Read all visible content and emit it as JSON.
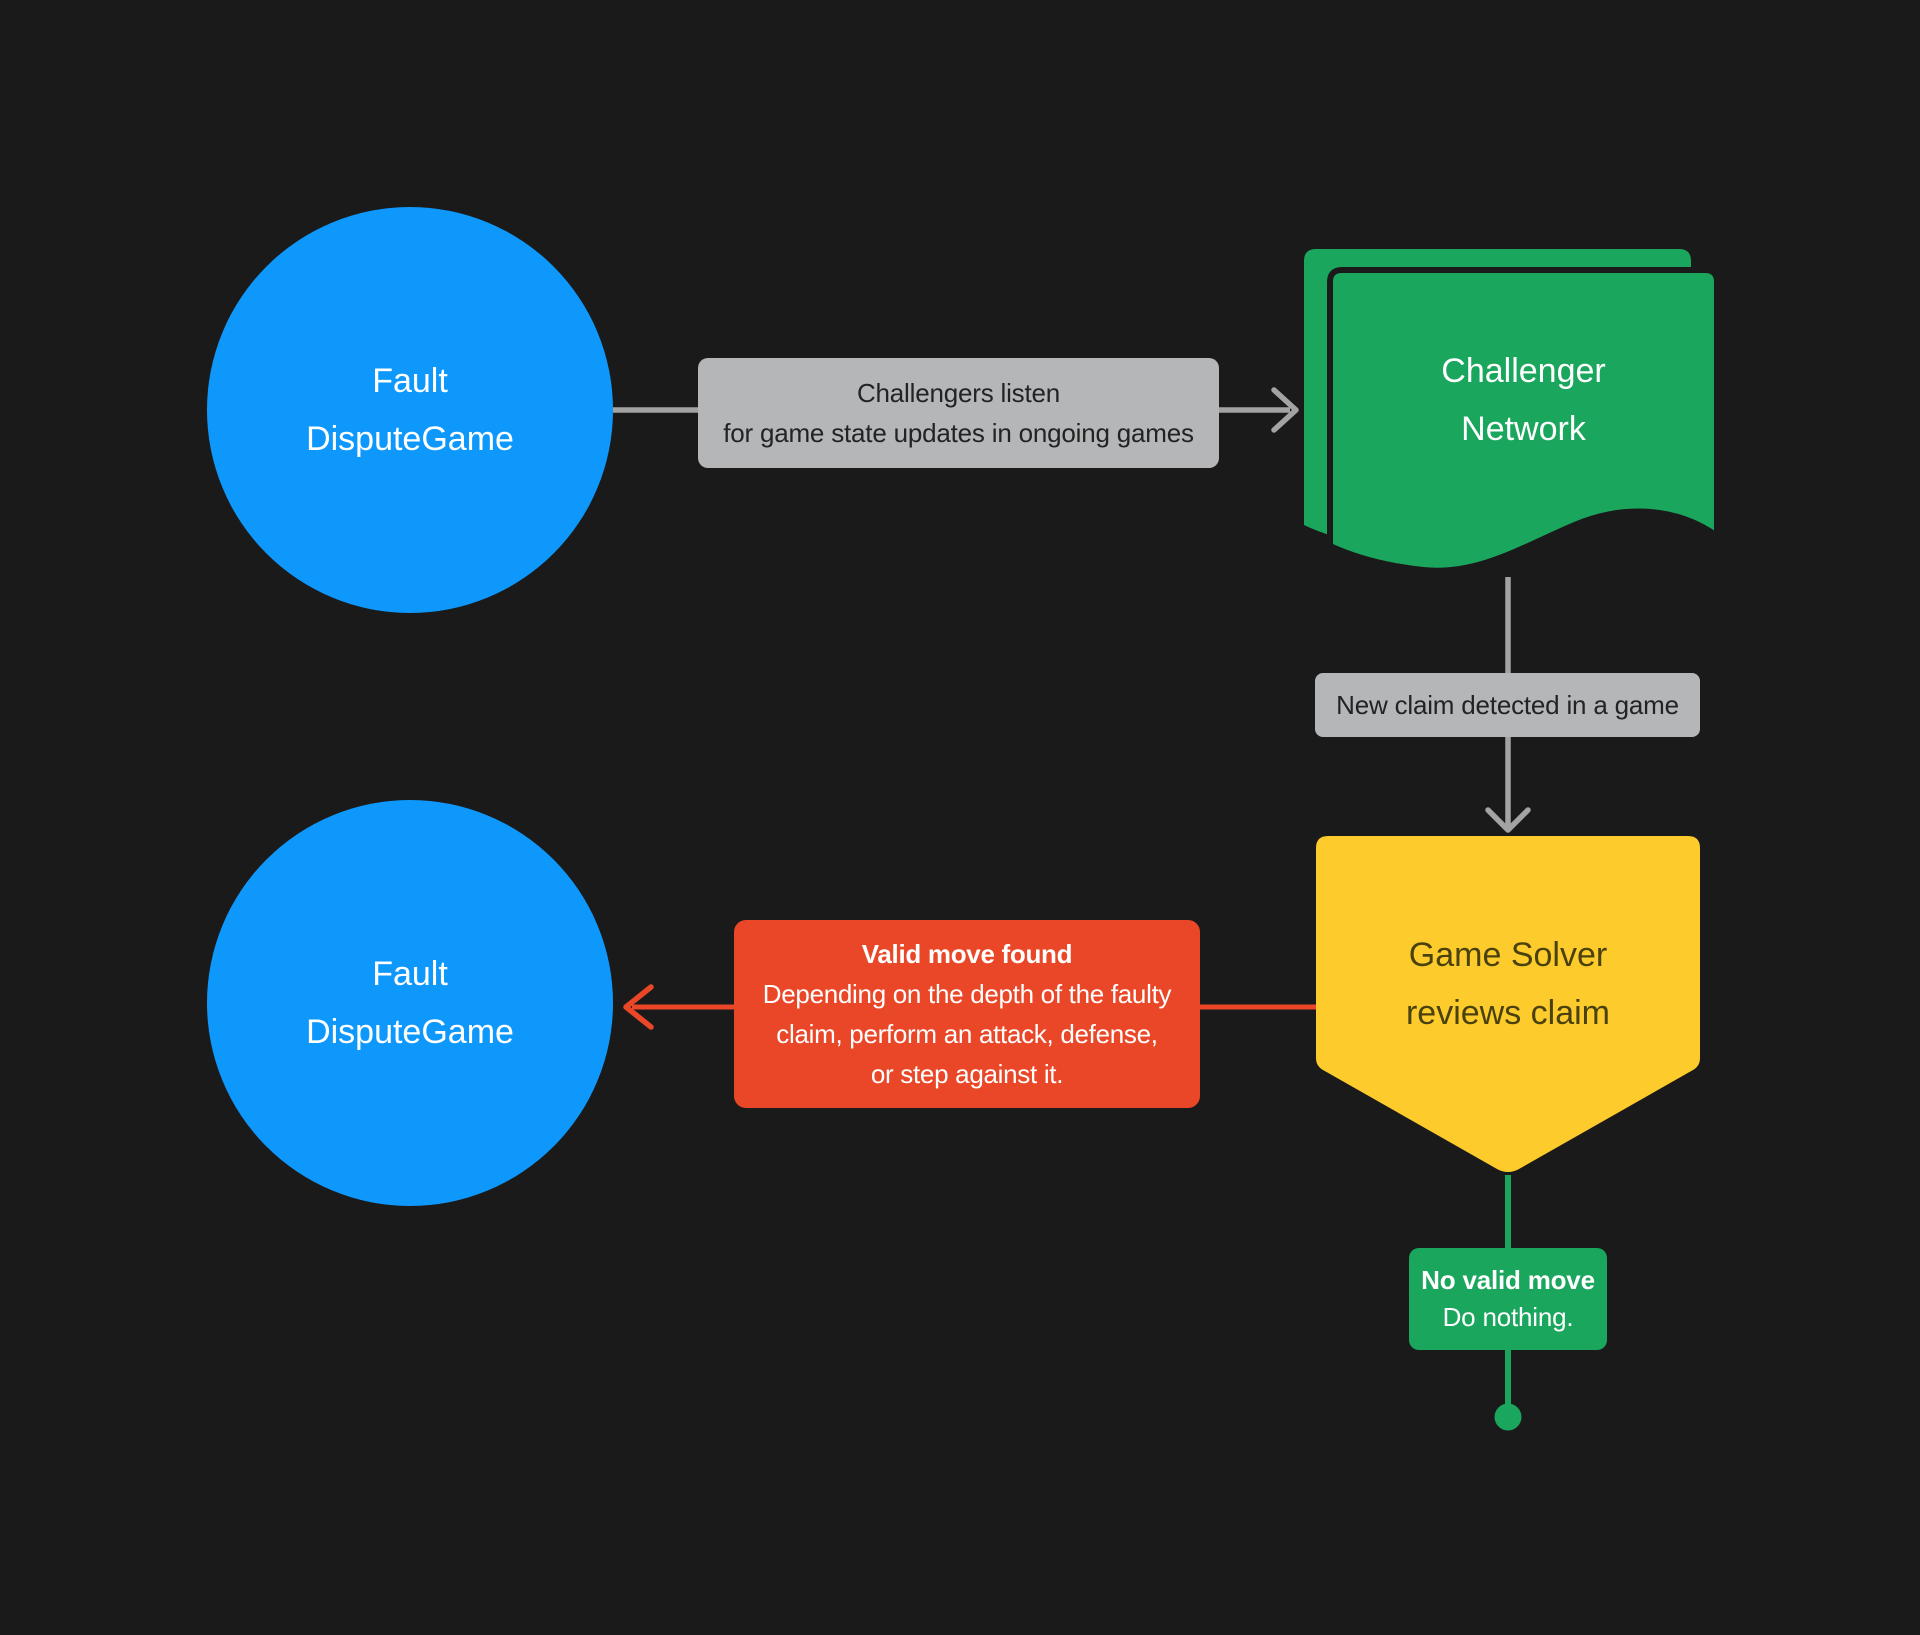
{
  "colors": {
    "background": "#1a1a1b",
    "node_blue": "#0f98fc",
    "node_green": "#1aa65c",
    "node_yellow": "#fdcb2b",
    "label_red": "#e94727",
    "label_gray": "#b4b6b8",
    "line_gray": "#a3a3a3",
    "text_dark": "#232323",
    "text_on_yellow": "#4a420e",
    "text_white": "#ffffff"
  },
  "nodes": {
    "fault_dispute_game_top": {
      "lines": [
        "Fault",
        "DisputeGame"
      ]
    },
    "challenger_network": {
      "lines": [
        "Challenger",
        "Network"
      ]
    },
    "game_solver": {
      "lines": [
        "Game Solver",
        "reviews claim"
      ]
    },
    "fault_dispute_game_bottom": {
      "lines": [
        "Fault",
        "DisputeGame"
      ]
    }
  },
  "labels": {
    "challengers_listen": {
      "lines": [
        "Challengers listen",
        "for game state updates in ongoing games"
      ]
    },
    "new_claim": {
      "text": "New claim detected in a game"
    },
    "valid_move": {
      "title": "Valid move found",
      "lines": [
        "Depending on the depth of the faulty",
        "claim, perform an attack, defense,",
        "or step against it."
      ]
    },
    "no_valid_move": {
      "title": "No valid move",
      "body": "Do nothing."
    }
  }
}
